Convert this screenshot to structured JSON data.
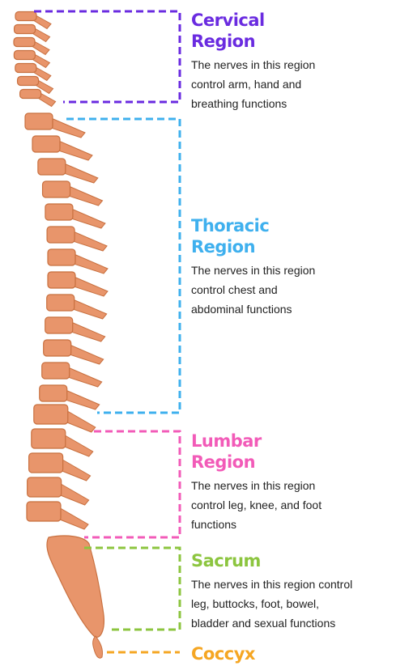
{
  "regions": {
    "cervical": {
      "title": "Cervical\nRegion",
      "description": "The nerves in this region\ncontrol arm, hand and\nbreathing functions",
      "color": "#6a2be0"
    },
    "thoracic": {
      "title": "Thoracic\nRegion",
      "description": "The nerves in this region\ncontrol chest and\nabdominal functions",
      "color": "#3fb0ee"
    },
    "lumbar": {
      "title": "Lumbar\nRegion",
      "description": "The nerves in this region\ncontrol leg, knee, and foot\nfunctions",
      "color": "#f25bb8"
    },
    "sacrum": {
      "title": "Sacrum",
      "description": "The nerves in this region control\nleg, buttocks, foot, bowel,\nbladder and sexual functions",
      "color": "#8cc53f"
    },
    "coccyx": {
      "title": "Coccyx",
      "color": "#f5a623"
    }
  },
  "bone_color": "#e8956b",
  "bone_outline": "#c8703f"
}
